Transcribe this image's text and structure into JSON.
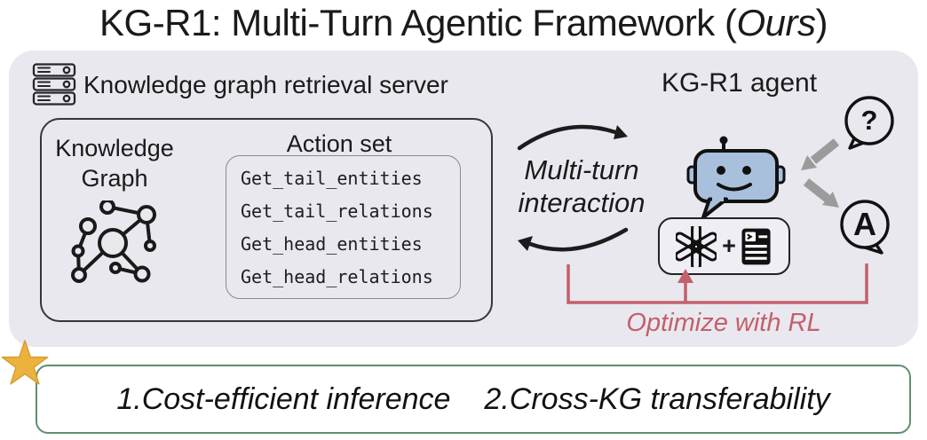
{
  "title": {
    "main": "KG-R1: Multi-Turn Agentic Framework (",
    "emph": "Ours",
    "close": ")"
  },
  "panel": {
    "server": {
      "icon": "server-rack-icon",
      "label": "Knowledge graph retrieval server"
    },
    "agent_label": "KG-R1 agent",
    "kg_box": {
      "kg_label_line1": "Knowledge",
      "kg_label_line2": "Graph",
      "kg_icon": "knowledge-graph-network-icon",
      "action_set": {
        "title": "Action set",
        "actions": [
          "Get_tail_entities",
          "Get_tail_relations",
          "Get_head_entities",
          "Get_head_relations"
        ]
      }
    },
    "interaction": {
      "line1": "Multi-turn",
      "line2": "interaction"
    },
    "model_box": {
      "openai_icon": "openai-logo-icon",
      "plus": "+",
      "script_icon": "prompt-script-icon"
    },
    "question_bubble_glyph": "?",
    "answer_bubble_glyph": "A",
    "rl_label": "Optimize with RL"
  },
  "footer": {
    "item1": "1.Cost-efficient inference",
    "item2": "2.Cross-KG transferability"
  },
  "colors": {
    "panel_bg": "#e9e8ef",
    "accent_red": "#c2606c",
    "green_border": "#5f8e70",
    "robot_blue": "#a9c0dd",
    "star_gold": "#ecb23e",
    "arrow_gray": "#9b9b9b"
  }
}
